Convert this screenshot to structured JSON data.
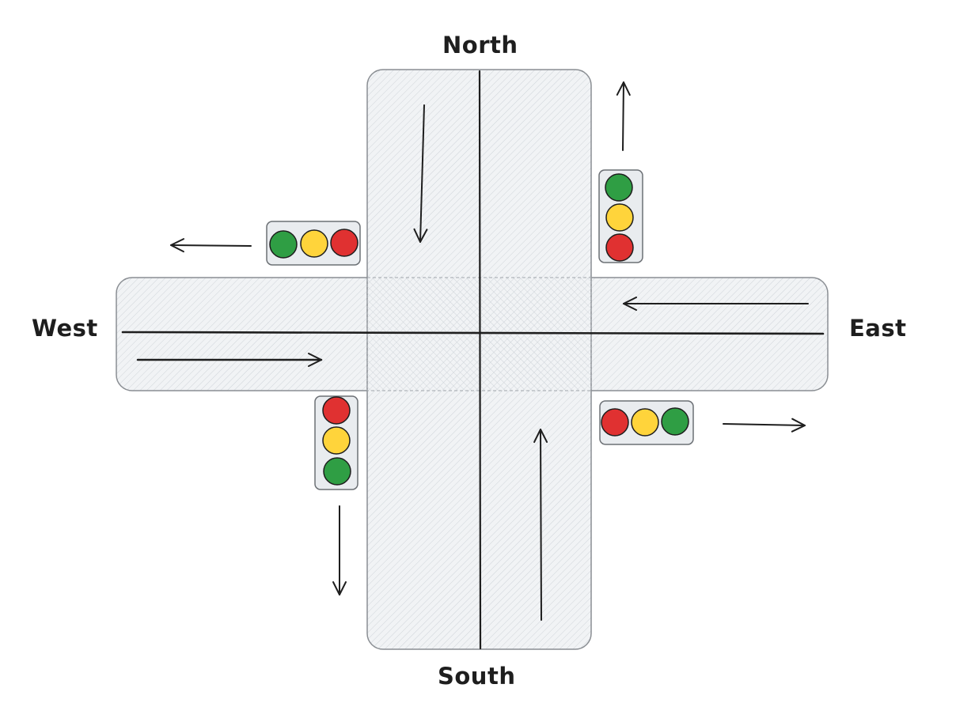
{
  "labels": {
    "north": "North",
    "south": "South",
    "west": "West",
    "east": "East"
  },
  "colors": {
    "road_fill": "#f1f3f5",
    "road_hatch": "#c9ced3",
    "road_border": "#8a8e93",
    "ink": "#1e1e1e",
    "housing": "#e9ecef",
    "red": "#e03131",
    "yellow": "#ffd43b",
    "green": "#2f9e44"
  },
  "traffic_lights": [
    {
      "id": "northwest",
      "orientation": "horizontal",
      "lamps": [
        "green",
        "yellow",
        "red"
      ]
    },
    {
      "id": "northeast",
      "orientation": "vertical",
      "lamps": [
        "green",
        "yellow",
        "red"
      ]
    },
    {
      "id": "southwest",
      "orientation": "vertical",
      "lamps": [
        "red",
        "yellow",
        "green"
      ]
    },
    {
      "id": "southeast",
      "orientation": "horizontal",
      "lamps": [
        "red",
        "yellow",
        "green"
      ]
    }
  ],
  "arrows": [
    {
      "id": "northbound-lane",
      "direction": "up"
    },
    {
      "id": "southbound-lane",
      "direction": "down"
    },
    {
      "id": "eastbound-lane",
      "direction": "right"
    },
    {
      "id": "westbound-lane",
      "direction": "left"
    },
    {
      "id": "exit-north",
      "direction": "up"
    },
    {
      "id": "exit-south",
      "direction": "down"
    },
    {
      "id": "exit-east",
      "direction": "right"
    },
    {
      "id": "exit-west",
      "direction": "left"
    }
  ]
}
